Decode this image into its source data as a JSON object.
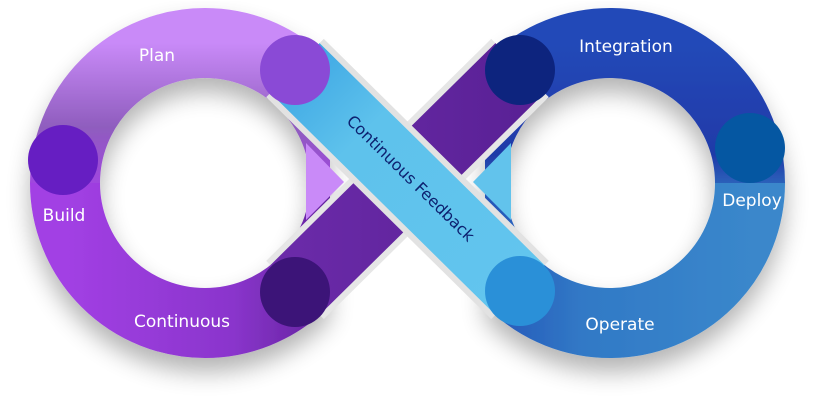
{
  "diagram": {
    "title": "DevOps infinity loop",
    "stages": [
      {
        "id": "plan",
        "label": "Plan"
      },
      {
        "id": "build",
        "label": "Build"
      },
      {
        "id": "continuous",
        "label": "Continuous"
      },
      {
        "id": "integration",
        "label": "Integration"
      },
      {
        "id": "deploy",
        "label": "Deploy"
      },
      {
        "id": "operate",
        "label": "Operate"
      }
    ],
    "crossband_label": "Continuous Feedback",
    "colors": {
      "left_loop_top": "#c78af7",
      "left_loop_bottom": "#a23ee3",
      "left_loop_mid": "#7d5aa8",
      "right_loop_top": "#2449b8",
      "right_loop_bottom": "#3a87cb",
      "feedback_band": "#5ec2ec",
      "purple_band": "#6a2aa8",
      "node_plan": "#8a4ad6",
      "node_build": "#661ec2",
      "node_continuous": "#3c1478",
      "node_integration": "#0d247e",
      "node_deploy": "#0557a2",
      "node_operate": "#2a90d8",
      "arrow_left": "#c98af8",
      "arrow_right": "#62c3ec"
    }
  }
}
